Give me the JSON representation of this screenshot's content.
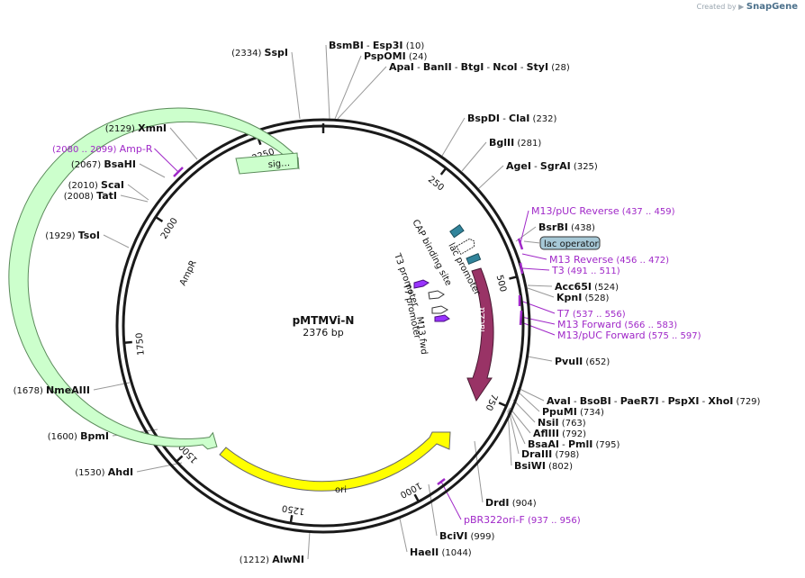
{
  "watermark": {
    "prefix": "Created by",
    "brand": "SnapGene"
  },
  "plasmid": {
    "name": "pMTMVi-N",
    "size": "2376 bp",
    "length": 2376
  },
  "ticks": [
    "250",
    "500",
    "750",
    "1000",
    "1250",
    "1500",
    "1750",
    "2000",
    "2250"
  ],
  "sites": [
    {
      "id": "sspi",
      "pos": "(2334)",
      "names": [
        [
          "SspI",
          ""
        ]
      ]
    },
    {
      "id": "bsmbi",
      "pos": "(10)",
      "names": [
        [
          "BsmBI",
          " - "
        ],
        [
          "Esp3I",
          ""
        ]
      ]
    },
    {
      "id": "pspomi",
      "pos": "(24)",
      "names": [
        [
          "PspOMI",
          ""
        ]
      ]
    },
    {
      "id": "apai",
      "pos": "(28)",
      "names": [
        [
          "ApaI",
          " - "
        ],
        [
          "BanII",
          " - "
        ],
        [
          "BtgI",
          " - "
        ],
        [
          "NcoI",
          " - "
        ],
        [
          "StyI",
          ""
        ]
      ]
    },
    {
      "id": "bspdi",
      "pos": "(232)",
      "names": [
        [
          "BspDI",
          " - "
        ],
        [
          "ClaI",
          ""
        ]
      ]
    },
    {
      "id": "bglii",
      "pos": "(281)",
      "names": [
        [
          "BglII",
          ""
        ]
      ]
    },
    {
      "id": "agei",
      "pos": "(325)",
      "names": [
        [
          "AgeI",
          " - "
        ],
        [
          "SgrAI",
          ""
        ]
      ]
    },
    {
      "id": "bsrbi",
      "pos": "(438)",
      "names": [
        [
          "BsrBI",
          ""
        ]
      ]
    },
    {
      "id": "acc65i",
      "pos": "(524)",
      "names": [
        [
          "Acc65I",
          ""
        ]
      ]
    },
    {
      "id": "kpni",
      "pos": "(528)",
      "names": [
        [
          "KpnI",
          ""
        ]
      ]
    },
    {
      "id": "pvuii",
      "pos": "(652)",
      "names": [
        [
          "PvuII",
          ""
        ]
      ]
    },
    {
      "id": "avai",
      "pos": "(729)",
      "names": [
        [
          "AvaI",
          " - "
        ],
        [
          "BsoBI",
          " - "
        ],
        [
          "PaeR7I",
          " - "
        ],
        [
          "PspXI",
          " - "
        ],
        [
          "XhoI",
          ""
        ]
      ]
    },
    {
      "id": "ppumi",
      "pos": "(734)",
      "names": [
        [
          "PpuMI",
          ""
        ]
      ]
    },
    {
      "id": "nsii",
      "pos": "(763)",
      "names": [
        [
          "NsiI",
          ""
        ]
      ]
    },
    {
      "id": "afliii",
      "pos": "(792)",
      "names": [
        [
          "AflIII",
          ""
        ]
      ]
    },
    {
      "id": "bsaai",
      "pos": "(795)",
      "names": [
        [
          "BsaAI",
          " - "
        ],
        [
          "PmlI",
          ""
        ]
      ]
    },
    {
      "id": "draiii",
      "pos": "(798)",
      "names": [
        [
          "DraIII",
          ""
        ]
      ]
    },
    {
      "id": "bsiwi",
      "pos": "(802)",
      "names": [
        [
          "BsiWI",
          ""
        ]
      ]
    },
    {
      "id": "drdi",
      "pos": "(904)",
      "names": [
        [
          "DrdI",
          ""
        ]
      ]
    },
    {
      "id": "bcivi",
      "pos": "(999)",
      "names": [
        [
          "BciVI",
          ""
        ]
      ]
    },
    {
      "id": "haeii",
      "pos": "(1044)",
      "names": [
        [
          "HaeII",
          ""
        ]
      ]
    },
    {
      "id": "alwni",
      "pos": "(1212)",
      "names": [
        [
          "AlwNI",
          ""
        ]
      ]
    },
    {
      "id": "ahdi",
      "pos": "(1530)",
      "names": [
        [
          "AhdI",
          ""
        ]
      ]
    },
    {
      "id": "bpmi",
      "pos": "(1600)",
      "names": [
        [
          "BpmI",
          ""
        ]
      ]
    },
    {
      "id": "nmeaiii",
      "pos": "(1678)",
      "names": [
        [
          "NmeAIII",
          ""
        ]
      ]
    },
    {
      "id": "tsoi",
      "pos": "(1929)",
      "names": [
        [
          "TsoI",
          ""
        ]
      ]
    },
    {
      "id": "tati",
      "pos": "(2008)",
      "names": [
        [
          "TatI",
          ""
        ]
      ]
    },
    {
      "id": "scai",
      "pos": "(2010)",
      "names": [
        [
          "ScaI",
          ""
        ]
      ]
    },
    {
      "id": "bsahi",
      "pos": "(2067)",
      "names": [
        [
          "BsaHI",
          ""
        ]
      ]
    },
    {
      "id": "xmni",
      "pos": "(2129)",
      "names": [
        [
          "XmnI",
          ""
        ]
      ]
    }
  ],
  "primers": [
    {
      "id": "m13-puc-reverse",
      "name": "M13/pUC Reverse",
      "range": "(437 .. 459)"
    },
    {
      "id": "m13-reverse",
      "name": "M13 Reverse",
      "range": "(456 .. 472)"
    },
    {
      "id": "t3",
      "name": "T3",
      "range": "(491 .. 511)"
    },
    {
      "id": "t7",
      "name": "T7",
      "range": "(537 .. 556)"
    },
    {
      "id": "m13-forward",
      "name": "M13 Forward",
      "range": "(566 .. 583)"
    },
    {
      "id": "m13-puc-forward",
      "name": "M13/pUC Forward",
      "range": "(575 .. 597)"
    },
    {
      "id": "pbr322ori-f",
      "name": "pBR322ori-F",
      "range": "(937 .. 956)"
    },
    {
      "id": "amp-r",
      "name": "Amp-R",
      "range": "(2080 .. 2099)"
    }
  ],
  "features": {
    "ampr": "AmpR",
    "ori": "ori",
    "lacza": "lacZα",
    "sig": "sig…",
    "lac_operator": "lac operator",
    "cap_binding_site": "CAP binding site",
    "lac_promoter": "lac promoter",
    "t3_promoter": "T3 promoter",
    "t7_promoter": "T7 promoter",
    "m13_fwd": "M13 fwd"
  },
  "colors": {
    "ampr": "#ccffcc",
    "ori": "#ffff00",
    "lacza": "#993366",
    "promoter_white": "#ffffff",
    "cap": "#31849b",
    "t7_t3": "#9933ff",
    "primer": "#a028c8",
    "lac_operator": "#a6c8d6"
  }
}
